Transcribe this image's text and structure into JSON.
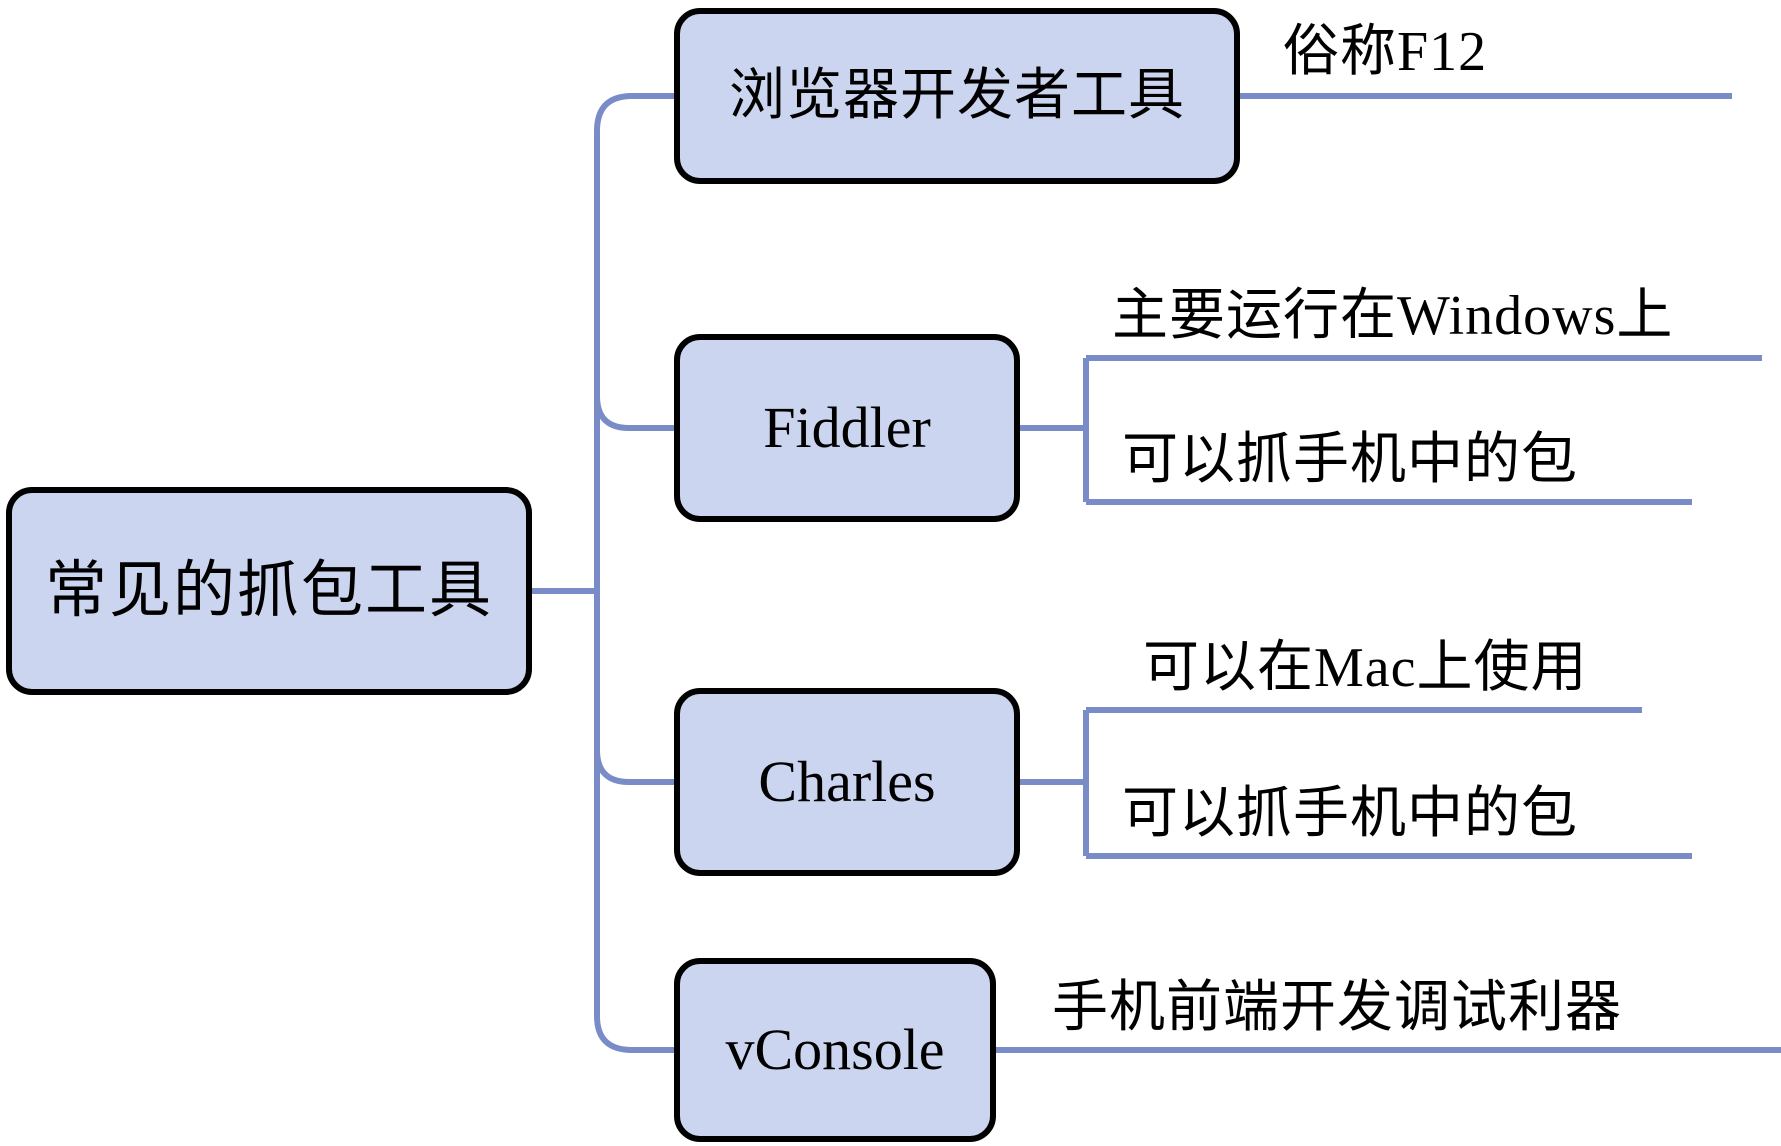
{
  "root": {
    "label": "常见的抓包工具"
  },
  "branches": [
    {
      "label": "浏览器开发者工具",
      "children": [
        {
          "label": "俗称F12"
        }
      ]
    },
    {
      "label": "Fiddler",
      "children": [
        {
          "label": "主要运行在Windows上"
        },
        {
          "label": "可以抓手机中的包"
        }
      ]
    },
    {
      "label": "Charles",
      "children": [
        {
          "label": "可以在Mac上使用"
        },
        {
          "label": "可以抓手机中的包"
        }
      ]
    },
    {
      "label": "vConsole",
      "children": [
        {
          "label": "手机前端开发调试利器"
        }
      ]
    }
  ],
  "colors": {
    "node_fill": "#ccd5ef",
    "node_border": "#000000",
    "connector": "#7a8cc8",
    "text": "#000000",
    "background": "#ffffff"
  }
}
